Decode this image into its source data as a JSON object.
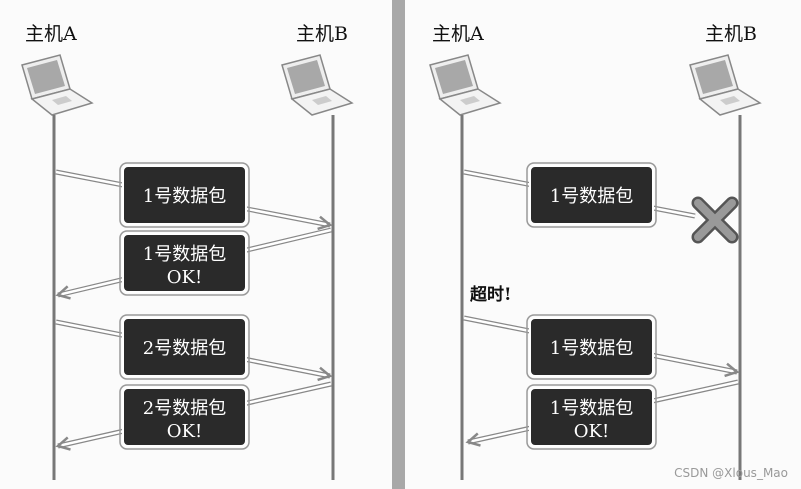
{
  "left_panel": {
    "host_a": "主机A",
    "host_b": "主机B",
    "packets": [
      {
        "line1": "1号数据包",
        "line2": ""
      },
      {
        "line1": "1号数据包",
        "line2": "OK!"
      },
      {
        "line1": "2号数据包",
        "line2": ""
      },
      {
        "line1": "2号数据包",
        "line2": "OK!"
      }
    ]
  },
  "right_panel": {
    "host_a": "主机A",
    "host_b": "主机B",
    "packets": [
      {
        "line1": "1号数据包",
        "line2": ""
      },
      {
        "line1": "1号数据包",
        "line2": ""
      },
      {
        "line1": "1号数据包",
        "line2": "OK!"
      }
    ],
    "timeout_label": "超时!"
  },
  "watermark": "CSDN @Xlous_Mao",
  "colors": {
    "box": "#2a2a2a",
    "line": "#777777",
    "divider": "#a8a8a8",
    "lost": "#8a8a8a"
  }
}
